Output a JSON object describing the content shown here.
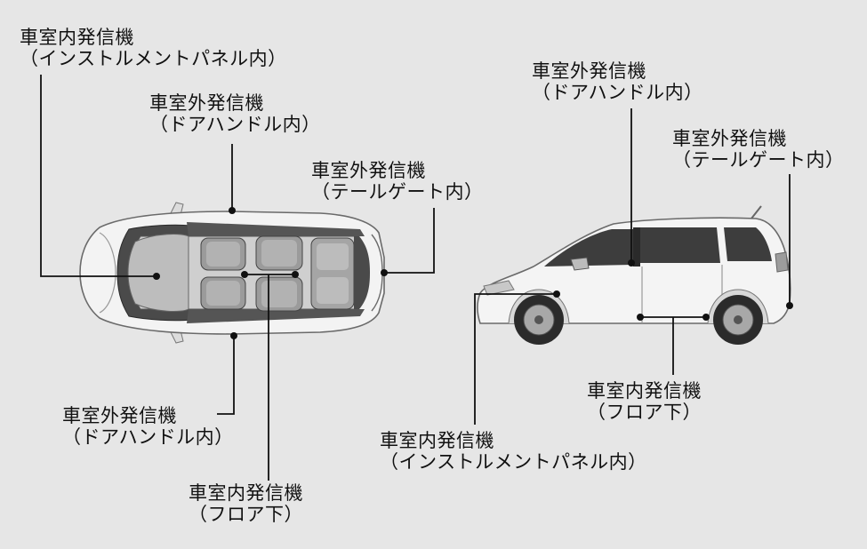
{
  "colors": {
    "background": "#e6e6e6",
    "leader_line": "#111111",
    "car_body": "#f4f4f4",
    "car_glass": "#3a3a3a"
  },
  "labels": {
    "top_interior_instrument": {
      "name": "車室内発信機",
      "location": "（インストルメントパネル内）"
    },
    "top_exterior_door_upper": {
      "name": "車室外発信機",
      "location": "（ドアハンドル内）"
    },
    "top_exterior_tailgate": {
      "name": "車室外発信機",
      "location": "（テールゲート内）"
    },
    "top_exterior_door_lower": {
      "name": "車室外発信機",
      "location": "（ドアハンドル内）"
    },
    "top_interior_floor": {
      "name": "車室内発信機",
      "location": "（フロア下）"
    },
    "side_exterior_door": {
      "name": "車室外発信機",
      "location": "（ドアハンドル内）"
    },
    "side_exterior_tailgate": {
      "name": "車室外発信機",
      "location": "（テールゲート内）"
    },
    "side_interior_floor": {
      "name": "車室内発信機",
      "location": "（フロア下）"
    },
    "side_interior_instrument": {
      "name": "車室内発信機",
      "location": "（インストルメントパネル内）"
    }
  }
}
